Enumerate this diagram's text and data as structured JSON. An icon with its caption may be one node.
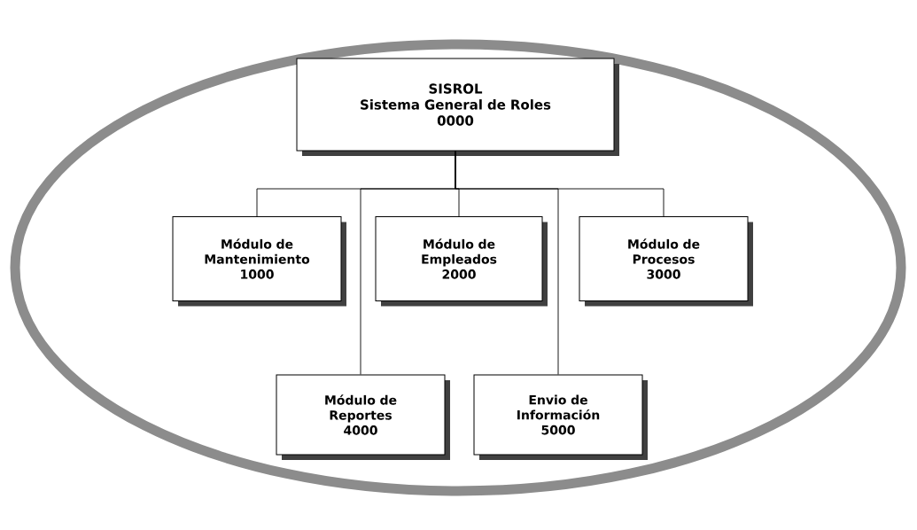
{
  "diagram": {
    "nodes": [
      {
        "text": [
          "SISROL",
          "Sistema General de Roles",
          "0000"
        ]
      },
      {
        "text": [
          "Módulo de Mantenimiento",
          "1000"
        ]
      },
      {
        "text": [
          "Módulo de Empleados",
          "2000"
        ]
      },
      {
        "text": [
          "Módulo de Procesos",
          "3000"
        ]
      },
      {
        "text": [
          "Módulo de Reportes",
          "4000"
        ]
      },
      {
        "text": [
          "Envio de Información",
          "5000"
        ]
      }
    ],
    "edges": [
      {
        "from": 0,
        "to": 1,
        "arrow": "none"
      },
      {
        "from": 0,
        "to": 2,
        "arrow": "none"
      },
      {
        "from": 0,
        "to": 3,
        "arrow": "none"
      },
      {
        "from": 0,
        "to": 4,
        "arrow": "none"
      },
      {
        "from": 0,
        "to": 5,
        "arrow": "none"
      }
    ]
  }
}
